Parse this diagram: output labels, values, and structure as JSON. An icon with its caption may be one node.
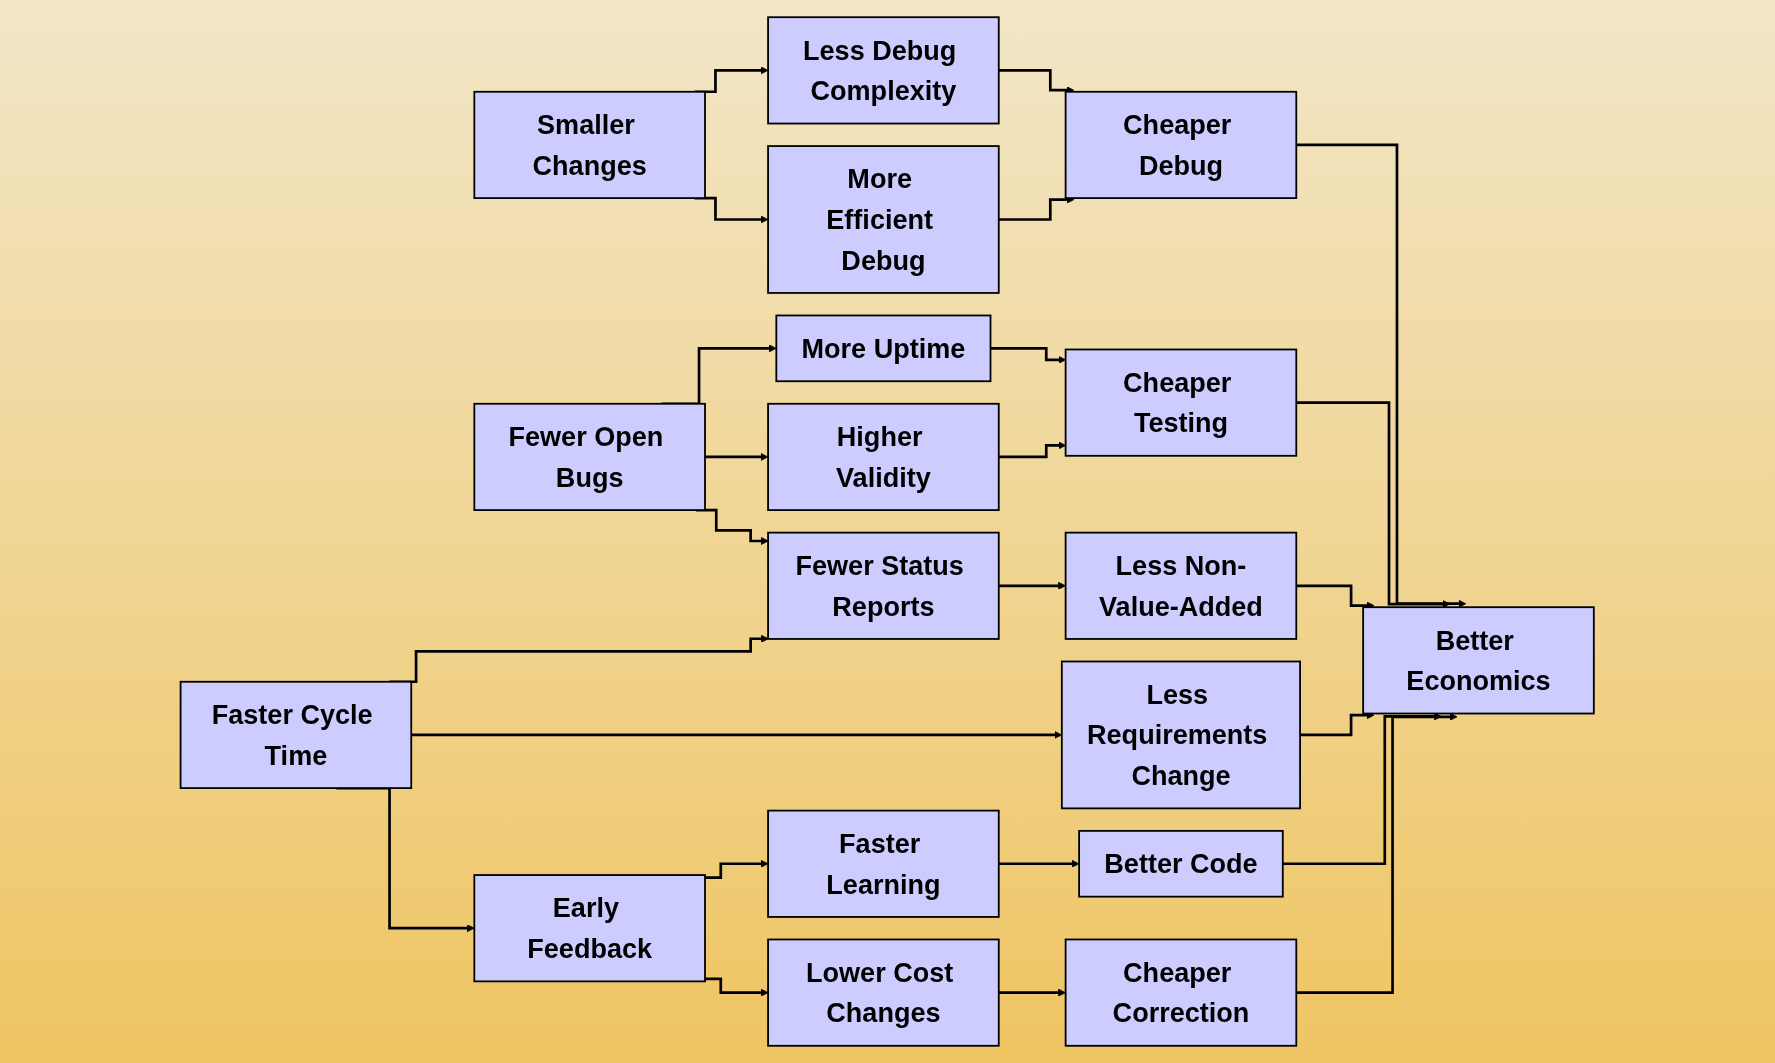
{
  "diagram": {
    "nodes": [
      {
        "text": [
          "Smaller Changes"
        ]
      },
      {
        "text": [
          "Less Debug Complexity"
        ]
      },
      {
        "text": [
          "More Efficient Debug"
        ]
      },
      {
        "text": [
          "Cheaper Debug"
        ]
      },
      {
        "text": [
          "Fewer Open Bugs"
        ]
      },
      {
        "text": [
          "More Uptime"
        ]
      },
      {
        "text": [
          "Higher Validity"
        ]
      },
      {
        "text": [
          "Cheaper Testing"
        ]
      },
      {
        "text": [
          "Fewer Status Reports"
        ]
      },
      {
        "text": [
          "Less Non-Value-Added"
        ]
      },
      {
        "text": [
          "Faster Cycle Time"
        ]
      },
      {
        "text": [
          "Less Requirements Change"
        ]
      },
      {
        "text": [
          "Better Economics"
        ]
      },
      {
        "text": [
          "Early Feedback"
        ]
      },
      {
        "text": [
          "Faster Learning"
        ]
      },
      {
        "text": [
          "Better Code"
        ]
      },
      {
        "text": [
          "Lower Cost Changes"
        ]
      },
      {
        "text": [
          "Cheaper Correction"
        ]
      }
    ],
    "edges": [
      {
        "from": 0,
        "to": 1,
        "arrow": "to"
      },
      {
        "from": 0,
        "to": 2,
        "arrow": "to"
      },
      {
        "from": 1,
        "to": 3,
        "arrow": "to"
      },
      {
        "from": 2,
        "to": 3,
        "arrow": "to"
      },
      {
        "from": 4,
        "to": 5,
        "arrow": "to"
      },
      {
        "from": 4,
        "to": 6,
        "arrow": "to"
      },
      {
        "from": 4,
        "to": 8,
        "arrow": "to"
      },
      {
        "from": 5,
        "to": 7,
        "arrow": "to"
      },
      {
        "from": 6,
        "to": 7,
        "arrow": "to"
      },
      {
        "from": 8,
        "to": 9,
        "arrow": "to"
      },
      {
        "from": 10,
        "to": 8,
        "arrow": "to"
      },
      {
        "from": 10,
        "to": 11,
        "arrow": "to"
      },
      {
        "from": 10,
        "to": 13,
        "arrow": "to"
      },
      {
        "from": 13,
        "to": 14,
        "arrow": "to"
      },
      {
        "from": 13,
        "to": 16,
        "arrow": "to"
      },
      {
        "from": 14,
        "to": 15,
        "arrow": "to"
      },
      {
        "from": 16,
        "to": 17,
        "arrow": "to"
      },
      {
        "from": 3,
        "to": 12,
        "arrow": "to"
      },
      {
        "from": 7,
        "to": 12,
        "arrow": "to"
      },
      {
        "from": 9,
        "to": 12,
        "arrow": "to"
      },
      {
        "from": 11,
        "to": 12,
        "arrow": "to"
      },
      {
        "from": 15,
        "to": 12,
        "arrow": "to"
      },
      {
        "from": 17,
        "to": 12,
        "arrow": "to"
      }
    ]
  }
}
